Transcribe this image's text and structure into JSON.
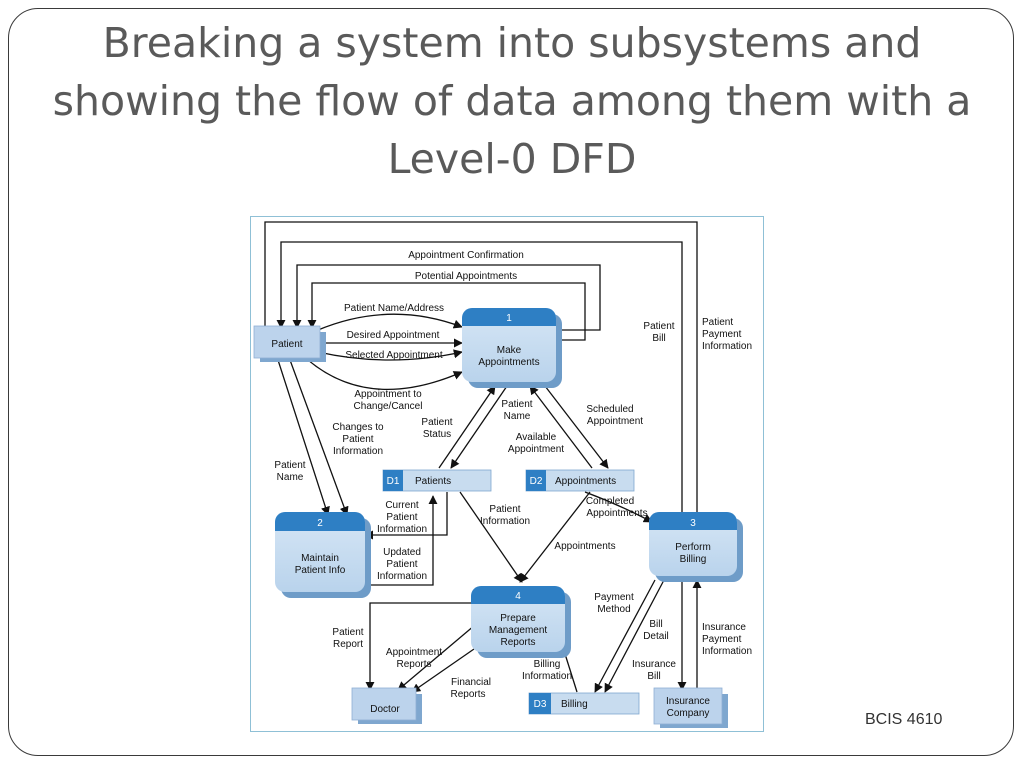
{
  "slide": {
    "title_lines": [
      "Breaking a system into subsystems and",
      "showing the flow of data among them with a",
      "Level-0 DFD"
    ],
    "footer": "BCIS 4610"
  },
  "diagram": {
    "entities": {
      "patient": "Patient",
      "doctor": "Doctor",
      "insurance": [
        "Insurance",
        "Company"
      ]
    },
    "processes": [
      {
        "number": "1",
        "name": [
          "Make",
          "Appointments"
        ]
      },
      {
        "number": "2",
        "name": [
          "Maintain",
          "Patient Info"
        ]
      },
      {
        "number": "3",
        "name": [
          "Perform",
          "Billing"
        ]
      },
      {
        "number": "4",
        "name": [
          "Prepare",
          "Management",
          "Reports"
        ]
      }
    ],
    "stores": [
      {
        "id": "D1",
        "name": "Patients"
      },
      {
        "id": "D2",
        "name": "Appointments"
      },
      {
        "id": "D3",
        "name": "Billing"
      }
    ],
    "flows": {
      "appointment_confirmation": "Appointment Confirmation",
      "potential_appointments": "Potential Appointments",
      "patient_name_address": "Patient Name/Address",
      "desired_appointment": "Desired Appointment",
      "selected_appointment": "Selected Appointment",
      "appointment_change": [
        "Appointment to",
        "Change/Cancel"
      ],
      "changes_patient_info": [
        "Changes to",
        "Patient",
        "Information"
      ],
      "patient_name_left": [
        "Patient",
        "Name"
      ],
      "patient_status": [
        "Patient",
        "Status"
      ],
      "patient_name_mid": [
        "Patient",
        "Name"
      ],
      "scheduled_appointment": [
        "Scheduled",
        "Appointment"
      ],
      "available_appointment": [
        "Available",
        "Appointment"
      ],
      "patient_bill": [
        "Patient",
        "Bill"
      ],
      "patient_payment_info": [
        "Patient",
        "Payment",
        "Information"
      ],
      "current_patient_info": [
        "Current",
        "Patient",
        "Information"
      ],
      "updated_patient_info": [
        "Updated",
        "Patient",
        "Information"
      ],
      "patient_information": [
        "Patient",
        "Information"
      ],
      "completed_appointments": [
        "Completed",
        "Appointments"
      ],
      "appointments": "Appointments",
      "patient_report": [
        "Patient",
        "Report"
      ],
      "appointment_reports": [
        "Appointment",
        "Reports"
      ],
      "financial_reports": [
        "Financial",
        "Reports"
      ],
      "billing_information": [
        "Billing",
        "Information"
      ],
      "payment_method": [
        "Payment",
        "Method"
      ],
      "bill_detail": [
        "Bill",
        "Detail"
      ],
      "insurance_bill": [
        "Insurance",
        "Bill"
      ],
      "insurance_payment_info": [
        "Insurance",
        "Payment",
        "Information"
      ]
    }
  }
}
